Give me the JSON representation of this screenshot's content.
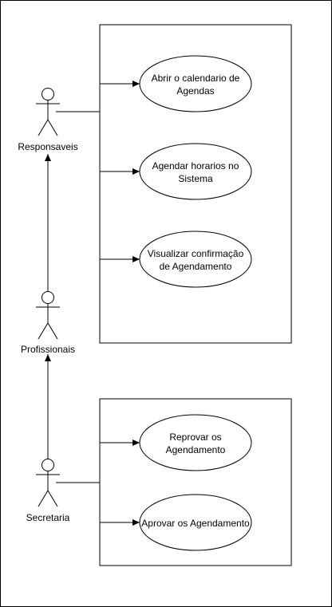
{
  "diagram": {
    "actors": {
      "responsaveis": "Responsaveis",
      "profissionais": "Profissionais",
      "secretaria": "Secretaria"
    },
    "use_cases": [
      {
        "line1": "Abrir o calendario de",
        "line2": "Agendas"
      },
      {
        "line1": "Agendar horarios no",
        "line2": "Sistema"
      },
      {
        "line1": "Visualizar confirmação",
        "line2": "de Agendamento"
      },
      {
        "line1": "Reprovar os",
        "line2": "Agendamento"
      },
      {
        "line1": "Aprovar os Agendamento",
        "line2": ""
      }
    ],
    "colors": {
      "stroke": "#000000",
      "fill": "#ffffff"
    }
  }
}
